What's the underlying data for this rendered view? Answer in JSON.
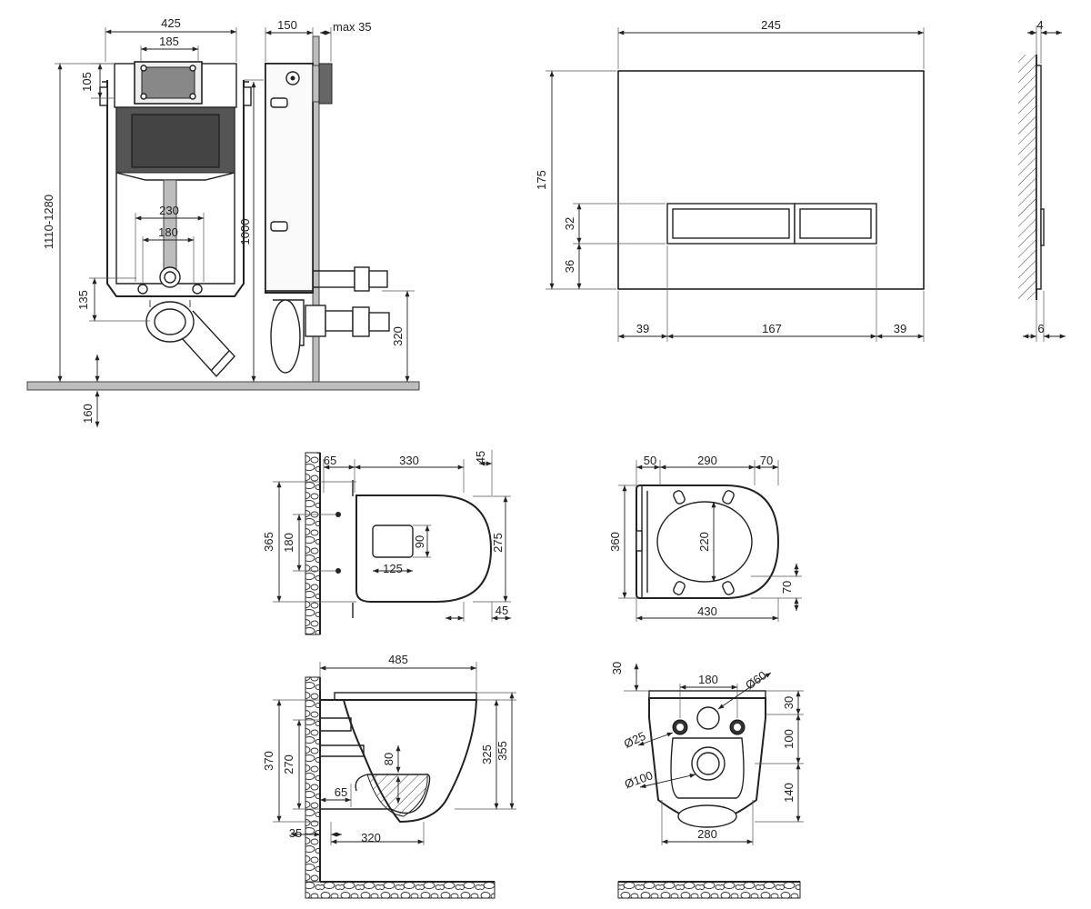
{
  "frame_front": {
    "width": "425",
    "inner_width": "185",
    "top_offset": "105",
    "height_range": "1110-1280",
    "height": "1000",
    "axle_spacing": "230",
    "inlet_spacing": "180",
    "outlet_height": "135",
    "floor_offset": "160"
  },
  "frame_side": {
    "depth": "150",
    "max_depth": "max 35",
    "inlet_height": "320"
  },
  "button_plate": {
    "width": "245",
    "height": "175",
    "button_height": "32",
    "bottom_offset": "36",
    "side_left": "39",
    "buttons_width": "167",
    "side_right": "39"
  },
  "button_side": {
    "depth_top": "4",
    "depth_bottom": "6"
  },
  "bowl_top": {
    "d65": "65",
    "d330": "330",
    "d45_top": "45",
    "d365": "365",
    "d180": "180",
    "d90": "90",
    "d125": "125",
    "d275": "275",
    "d45_bottom": "45"
  },
  "seat_top": {
    "d50": "50",
    "d290": "290",
    "d70_top": "70",
    "d360": "360",
    "d220": "220",
    "d70_right": "70",
    "d430": "430"
  },
  "bowl_side": {
    "d485": "485",
    "d370": "370",
    "d270": "270",
    "d80": "80",
    "d325": "325",
    "d355": "355",
    "d65": "65",
    "d35": "35",
    "d320": "320"
  },
  "bowl_back": {
    "d30_top": "30",
    "d180": "180",
    "d60": "Ø60",
    "d30_right": "30",
    "d25": "Ø25",
    "d100_right": "100",
    "d100_dia": "Ø100",
    "d140": "140",
    "d280": "280"
  }
}
